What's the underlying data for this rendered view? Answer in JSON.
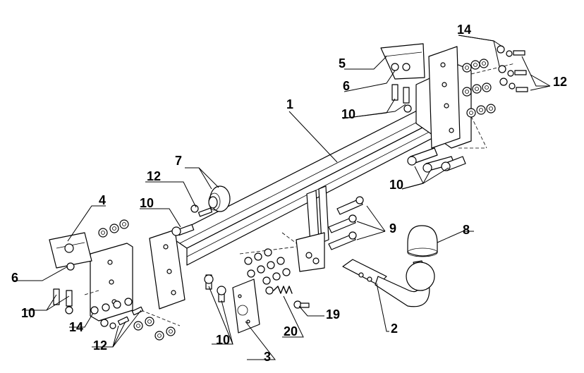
{
  "callouts": {
    "c1": "1",
    "c2": "2",
    "c3": "3",
    "c4": "4",
    "c5": "5",
    "c6_left": "6",
    "c6_right": "6",
    "c7": "7",
    "c8": "8",
    "c9": "9",
    "c10_right_top": "10",
    "c10_right_bottom": "10",
    "c10_left_plate": "10",
    "c10_left_bottom": "10",
    "c10_center_bottom": "10",
    "c12_right": "12",
    "c12_left_top": "12",
    "c12_left_bottom": "12",
    "c14_right": "14",
    "c14_left": "14",
    "c19": "19",
    "c20": "20"
  }
}
